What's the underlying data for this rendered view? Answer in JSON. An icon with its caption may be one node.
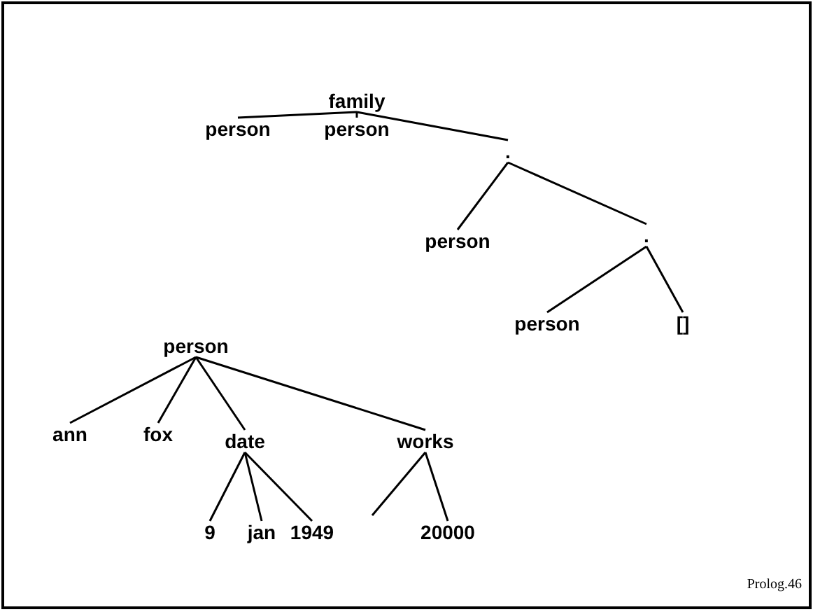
{
  "diagram": {
    "nodes": [
      {
        "text": [
          "family"
        ]
      },
      {
        "text": [
          "person"
        ]
      },
      {
        "text": [
          "person"
        ]
      },
      {
        "text": [
          "."
        ]
      },
      {
        "text": [
          "person"
        ]
      },
      {
        "text": [
          "."
        ]
      },
      {
        "text": [
          "person"
        ]
      },
      {
        "text": [
          "[]"
        ]
      },
      {
        "text": [
          "person"
        ]
      },
      {
        "text": [
          "ann"
        ]
      },
      {
        "text": [
          "fox"
        ]
      },
      {
        "text": [
          "date"
        ]
      },
      {
        "text": [
          "works"
        ]
      },
      {
        "text": [
          "9"
        ]
      },
      {
        "text": [
          "jan"
        ]
      },
      {
        "text": [
          "1949"
        ]
      },
      {
        "text": [
          "20000"
        ]
      }
    ],
    "edges": [
      {
        "from": 0,
        "to": 1,
        "arrow": "none"
      },
      {
        "from": 0,
        "to": 2,
        "arrow": "none"
      },
      {
        "from": 0,
        "to": 3,
        "arrow": "none"
      },
      {
        "from": 3,
        "to": 4,
        "arrow": "none"
      },
      {
        "from": 3,
        "to": 5,
        "arrow": "none"
      },
      {
        "from": 5,
        "to": 6,
        "arrow": "none"
      },
      {
        "from": 5,
        "to": 7,
        "arrow": "none"
      },
      {
        "from": 8,
        "to": 9,
        "arrow": "none"
      },
      {
        "from": 8,
        "to": 10,
        "arrow": "none"
      },
      {
        "from": 8,
        "to": 11,
        "arrow": "none"
      },
      {
        "from": 8,
        "to": 12,
        "arrow": "none"
      },
      {
        "from": 11,
        "to": 13,
        "arrow": "none"
      },
      {
        "from": 11,
        "to": 14,
        "arrow": "none"
      },
      {
        "from": 11,
        "to": 15,
        "arrow": "none"
      },
      {
        "from": 12,
        "to": null,
        "arrow": "none"
      },
      {
        "from": 12,
        "to": 16,
        "arrow": "none"
      }
    ],
    "labels": [
      "Prolog.46"
    ]
  }
}
